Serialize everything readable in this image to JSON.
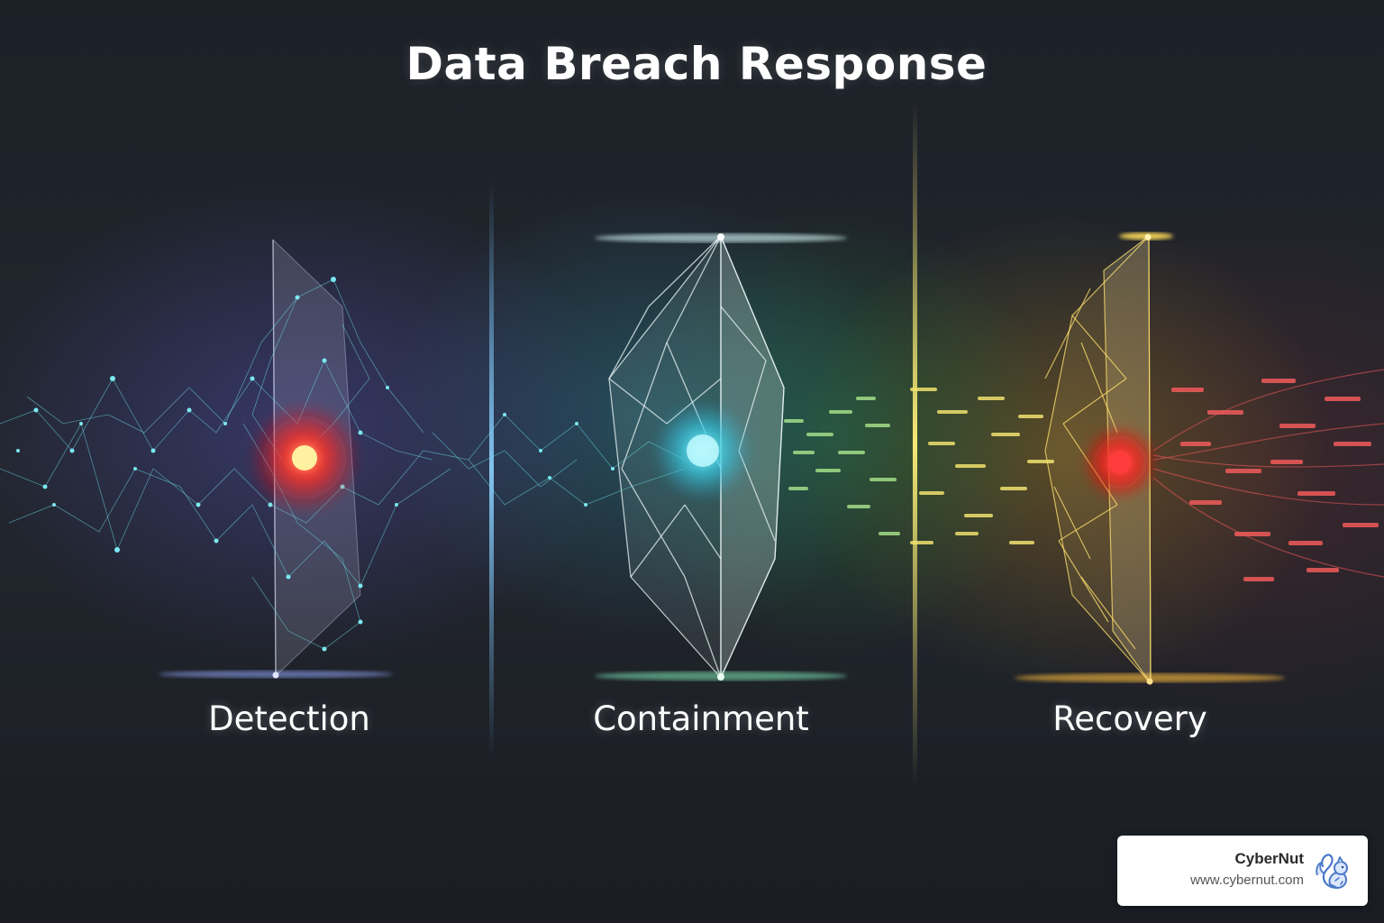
{
  "title": "Data Breach Response",
  "stages": [
    {
      "label": "Detection",
      "color": "#ff2a2a"
    },
    {
      "label": "Containment",
      "color": "#4fd8e8"
    },
    {
      "label": "Recovery",
      "color": "#ffd23a"
    }
  ],
  "logo": {
    "name": "CyberNut",
    "url": "www.cybernut.com",
    "icon": "squirrel-icon"
  },
  "colors": {
    "background": "#1c2027",
    "network_cyan": "#5ee0ea",
    "stream_green": "#a8e070",
    "stream_yellow": "#f2e06a",
    "stream_red": "#f06060"
  }
}
